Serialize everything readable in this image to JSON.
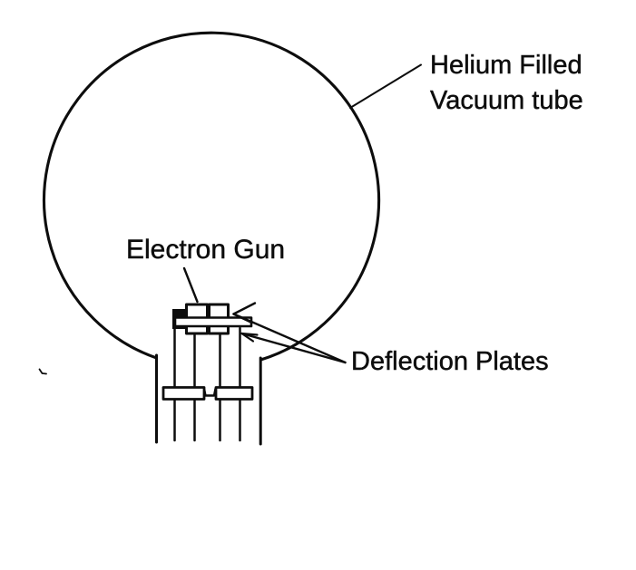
{
  "diagram": {
    "subject": "Helium filled vacuum tube with electron gun and deflection plates",
    "labels": {
      "tube_line1": "Helium Filled",
      "tube_line2": "Vacuum tube",
      "electron_gun": "Electron Gun",
      "deflection_plates": "Deflection Plates"
    },
    "colors": {
      "ink": "#0d0d0d",
      "background": "#ffffff"
    }
  }
}
